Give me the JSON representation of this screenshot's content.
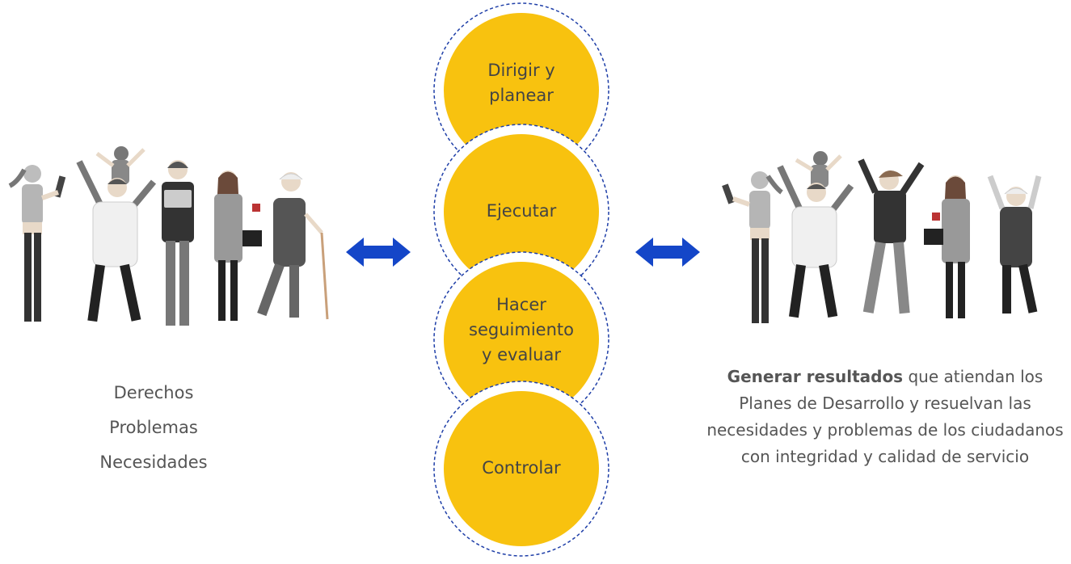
{
  "diagram": {
    "steps": [
      {
        "label": "Dirigir y\nplanear"
      },
      {
        "label": "Ejecutar"
      },
      {
        "label": "Hacer\nseguimiento\ny evaluar"
      },
      {
        "label": "Controlar"
      }
    ],
    "colors": {
      "circle_fill": "#F8C20F",
      "circle_border": "#1F3FA8",
      "arrow": "#1446C8",
      "text": "#555555"
    }
  },
  "left": {
    "items": [
      "Derechos",
      "Problemas",
      "Necesidades"
    ]
  },
  "right": {
    "bold": "Generar resultados",
    "rest": " que atiendan los Planes de Desarrollo y resuelvan las necesidades y problemas de los ciudadanos con integridad y calidad de servicio"
  }
}
